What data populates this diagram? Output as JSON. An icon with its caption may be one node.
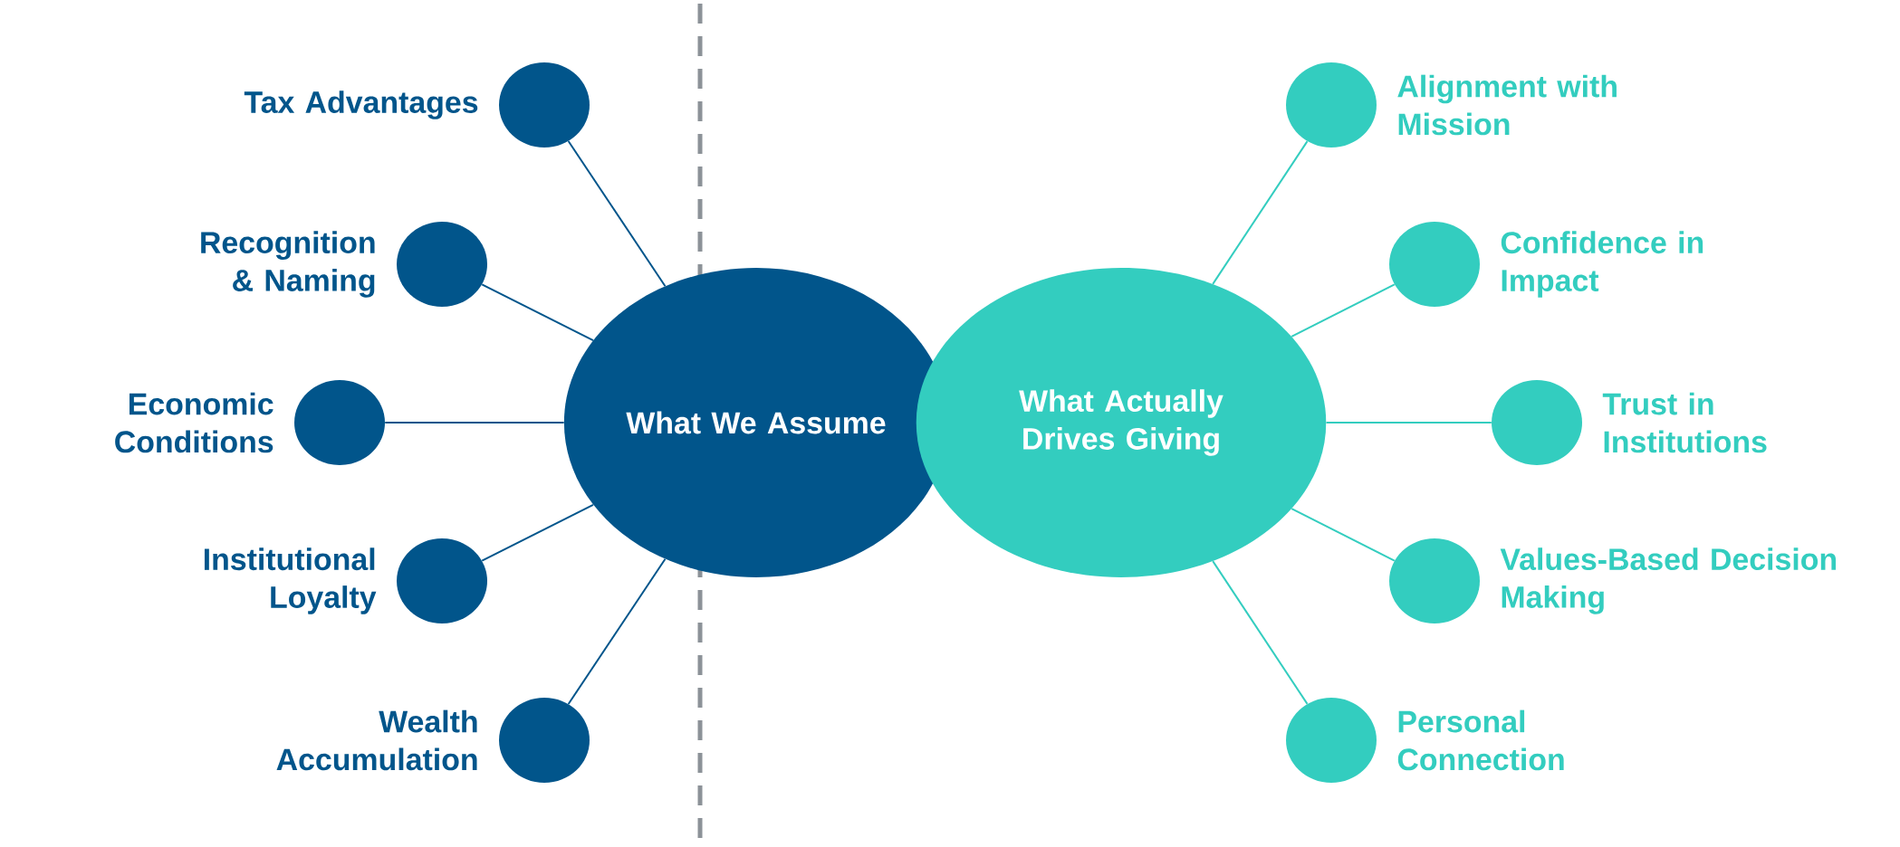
{
  "diagram": {
    "nodes": [
      {
        "text": [
          "What We Assume"
        ]
      },
      {
        "text": [],
        "shape": "circle",
        "beside": [
          "Tax Advantages"
        ]
      },
      {
        "text": [],
        "shape": "circle",
        "beside": [
          "Recognition & Naming"
        ]
      },
      {
        "text": [],
        "shape": "circle",
        "beside": [
          "Economic Conditions"
        ]
      },
      {
        "text": [],
        "shape": "circle",
        "beside": [
          "Institutional Loyalty"
        ]
      },
      {
        "text": [],
        "shape": "circle",
        "beside": [
          "Wealth Accumulation"
        ]
      },
      {
        "text": [
          "What Actually Drives Giving"
        ]
      },
      {
        "text": [],
        "shape": "circle",
        "beside": [
          "Alignment with Mission"
        ]
      },
      {
        "text": [],
        "shape": "circle",
        "beside": [
          "Confidence in Impact"
        ]
      },
      {
        "text": [],
        "shape": "circle",
        "beside": [
          "Trust in Institutions"
        ]
      },
      {
        "text": [],
        "shape": "circle",
        "beside": [
          "Values-Based Decision Making"
        ]
      },
      {
        "text": [],
        "shape": "circle",
        "beside": [
          "Personal Connection"
        ]
      }
    ],
    "edges": [
      {
        "from": 0,
        "to": 1,
        "arrow": "none",
        "color": "#01558b"
      },
      {
        "from": 0,
        "to": 2,
        "arrow": "none",
        "color": "#01558b"
      },
      {
        "from": 0,
        "to": 3,
        "arrow": "none",
        "color": "#01558b"
      },
      {
        "from": 0,
        "to": 4,
        "arrow": "none",
        "color": "#01558b"
      },
      {
        "from": 0,
        "to": 5,
        "arrow": "none",
        "color": "#01558b"
      },
      {
        "from": 6,
        "to": 7,
        "arrow": "none",
        "color": "#33cdbf"
      },
      {
        "from": 6,
        "to": 8,
        "arrow": "none",
        "color": "#33cdbf"
      },
      {
        "from": 6,
        "to": 9,
        "arrow": "none",
        "color": "#33cdbf"
      },
      {
        "from": 6,
        "to": 10,
        "arrow": "none",
        "color": "#33cdbf"
      },
      {
        "from": 6,
        "to": 11,
        "arrow": "none",
        "color": "#33cdbf"
      }
    ]
  }
}
